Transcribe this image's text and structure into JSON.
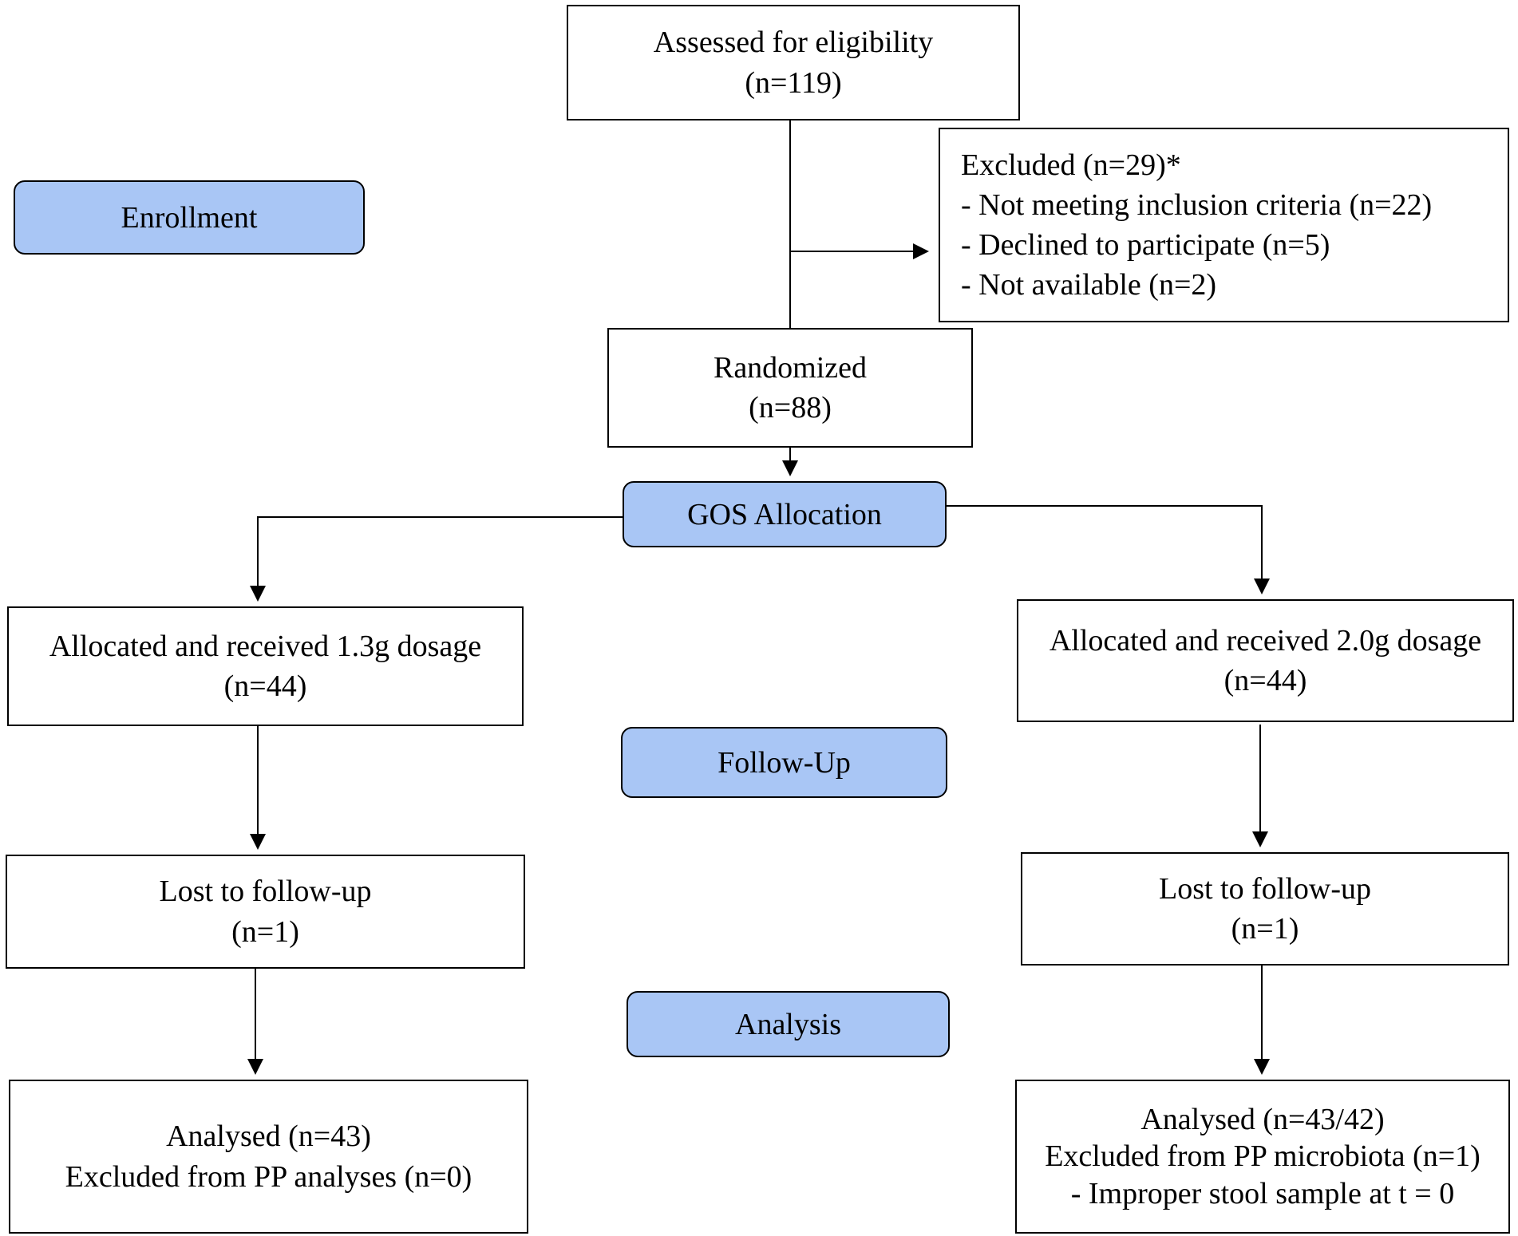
{
  "stage_color": "#a9c6f5",
  "stages": {
    "enrollment": "Enrollment",
    "allocation": "GOS Allocation",
    "follow_up": "Follow-Up",
    "analysis": "Analysis"
  },
  "assessed": {
    "line1": "Assessed for eligibility",
    "line2": "(n=119)"
  },
  "excluded": {
    "title": "Excluded  (n=29)*",
    "reason1": "- Not meeting inclusion criteria (n=22)",
    "reason2": "- Declined to participate (n=5)",
    "reason3": "- Not available (n=2)"
  },
  "randomized": {
    "line1": "Randomized",
    "line2": "(n=88)"
  },
  "left_arm": {
    "allocated": {
      "line1": "Allocated and received 1.3g dosage",
      "line2": "(n=44)"
    },
    "lost": {
      "line1": "Lost to follow-up",
      "line2": "(n=1)"
    },
    "analysed": {
      "line1": "Analysed (n=43)",
      "line2": "Excluded from PP analyses (n=0)"
    }
  },
  "right_arm": {
    "allocated": {
      "line1": "Allocated and received 2.0g dosage",
      "line2": "(n=44)"
    },
    "lost": {
      "line1": "Lost to follow-up",
      "line2": "(n=1)"
    },
    "analysed": {
      "line1": "Analysed (n=43/42)",
      "line2": "Excluded from PP microbiota (n=1)",
      "line3": "- Improper stool sample at t = 0"
    }
  }
}
